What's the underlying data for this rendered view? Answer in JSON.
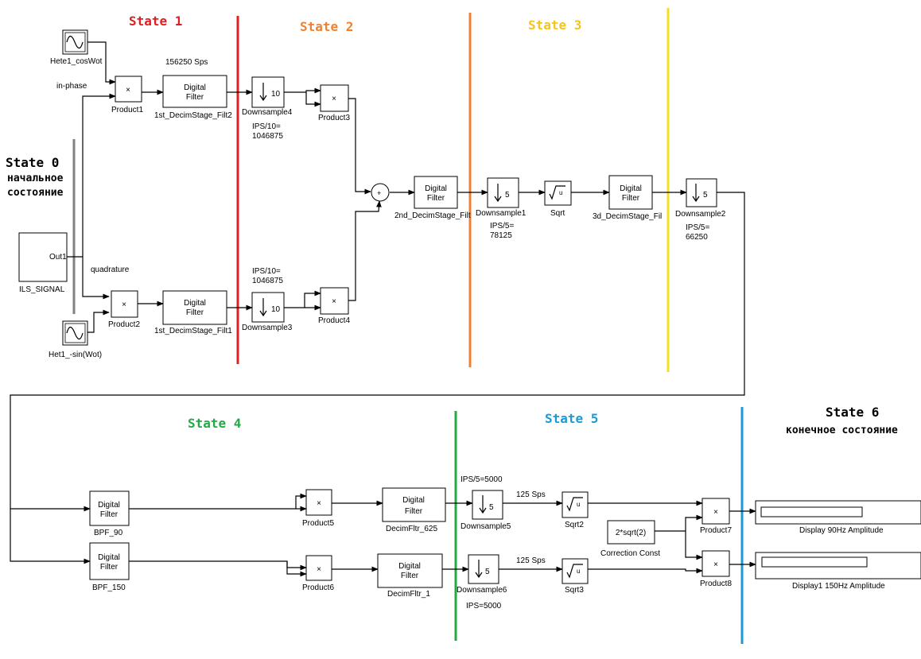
{
  "colors": {
    "state1": "#e02020",
    "state2": "#f08030",
    "state3": "#f5c518",
    "state4": "#22aa44",
    "state5": "#1a9ad6",
    "state0_line": "#808080",
    "text": "#000000"
  },
  "states": {
    "s0_title": "State 0",
    "s0_sub1": "начальное",
    "s0_sub2": "состояние",
    "s1": "State 1",
    "s2": "State 2",
    "s3": "State 3",
    "s4": "State 4",
    "s5": "State 5",
    "s6_title": "State 6",
    "s6_sub": "конечное состояние"
  },
  "blocks": {
    "hete1_cos": "Hete1_cosWot",
    "het1_sin": "Het1_-sin(Wot)",
    "ils_signal": "ILS_SIGNAL",
    "ils_out": "Out1",
    "product": "×",
    "product1": "Product1",
    "product2": "Product2",
    "product3": "Product3",
    "product4": "Product4",
    "product5": "Product5",
    "product6": "Product6",
    "product7": "Product7",
    "product8": "Product8",
    "digital_filter_1": "Digital",
    "digital_filter_2": "Filter",
    "filt_1st_2": "1st_DecimStage_Filt2",
    "filt_1st_1": "1st_DecimStage_Filt1",
    "filt_2nd": "2nd_DecimStage_Filt",
    "filt_3d": "3d_DecimStage_Fil",
    "ds4": "Downsample4",
    "ds3": "Downsample3",
    "ds1": "Downsample1",
    "ds2": "Downsample2",
    "ds5": "Downsample5",
    "ds6": "Downsample6",
    "ds_10": "10",
    "ds_5": "5",
    "sqrt": "Sqrt",
    "sqrt2": "Sqrt2",
    "sqrt3": "Sqrt3",
    "sqrt_u": "u",
    "bpf90": "BPF_90",
    "bpf150": "BPF_150",
    "decim625": "DecimFltr_625",
    "decim1": "DecimFltr_1",
    "corr_const_val": "2*sqrt(2)",
    "corr_const": "Correction Const",
    "display90": "Display 90Hz Amplitude",
    "display150": "Display1 150Hz Amplitude"
  },
  "annotations": {
    "sps_156250": "156250 Sps",
    "in_phase": "in-phase",
    "quadrature": "quadrature",
    "ips10_a": "IPS/10=",
    "ips10_b": "1046875",
    "ips5_78_a": "IPS/5=",
    "ips5_78_b": "78125",
    "ips5_66_a": "IPS/5=",
    "ips5_66_b": "66250",
    "ips5_5000": "IPS/5=5000",
    "sps_125": "125 Sps",
    "ips_5000": "IPS=5000"
  }
}
